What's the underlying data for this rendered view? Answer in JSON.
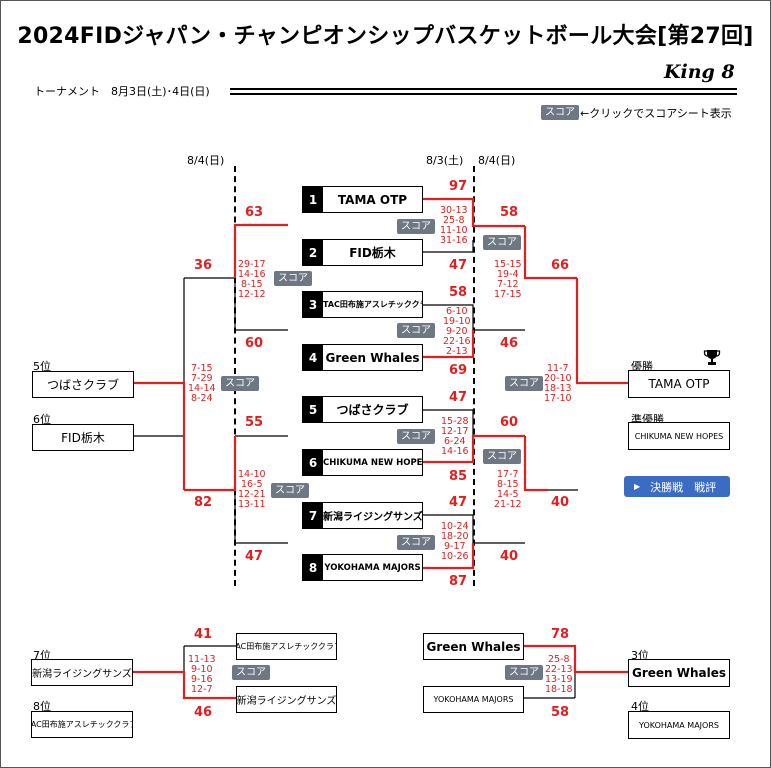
{
  "header": {
    "title": "2024FIDジャパン・チャンピオンシップバスケットボール大会[第27回]",
    "brand": "King 8",
    "subtitle": "トーナメント　8月3日(土)･4日(日)"
  },
  "legend": {
    "badge": "スコア",
    "text": "←クリックでスコアシート表示"
  },
  "score_badge_label": "スコア",
  "dates": {
    "left": "8/4(日)",
    "center": "8/3(土)",
    "right": "8/4(日)"
  },
  "seeds": [
    {
      "num": "1",
      "name": "TAMA OTP"
    },
    {
      "num": "2",
      "name": "FID栃木"
    },
    {
      "num": "3",
      "name": "TAC田布施アスレチッククラブ"
    },
    {
      "num": "4",
      "name": "Green Whales"
    },
    {
      "num": "5",
      "name": "つばさクラブ"
    },
    {
      "num": "6",
      "name": "CHIKUMA NEW HOPES"
    },
    {
      "num": "7",
      "name": "新潟ライジングサンズ"
    },
    {
      "num": "8",
      "name": "YOKOHAMA MAJORS"
    }
  ],
  "quarterfinals": [
    {
      "top_score": "97",
      "bottom_score": "47",
      "sets": "30-13\n25-8\n11-10\n31-16"
    },
    {
      "top_score": "58",
      "bottom_score": "69",
      "sets": "6-10\n19-10\n9-20\n22-16\n2-13"
    },
    {
      "top_score": "47",
      "bottom_score": "85",
      "sets": "15-28\n12-17\n6-24\n14-16"
    },
    {
      "top_score": "47",
      "bottom_score": "87",
      "sets": "10-24\n18-20\n9-17\n10-26"
    }
  ],
  "semifinals": [
    {
      "top_score": "58",
      "bottom_score": "46",
      "sets": "15-15\n19-4\n7-12\n17-15"
    },
    {
      "top_score": "60",
      "bottom_score": "40",
      "sets": "17-7\n8-15\n14-5\n21-12"
    }
  ],
  "final": {
    "top_score": "66",
    "bottom_score": "40",
    "sets": "11-7\n20-10\n18-13\n17-10"
  },
  "consolation": [
    {
      "top_score": "63",
      "bottom_score": "60",
      "sets": "29-17\n14-16\n8-15\n12-12"
    },
    {
      "top_score": "55",
      "bottom_score": "47",
      "sets": "14-10\n16-5\n12-21\n13-11"
    }
  ],
  "fifth_place_game": {
    "top_score": "36",
    "bottom_score": "82",
    "sets": "7-15\n7-29\n14-14\n8-24"
  },
  "seventh_place_game": {
    "top_team": "TAC田布施アスレチッククラブ",
    "bottom_team": "新潟ライジングサンズ",
    "top_score": "41",
    "bottom_score": "46",
    "sets": "11-13\n9-10\n9-16\n12-7"
  },
  "third_place_game": {
    "top_team": "Green Whales",
    "bottom_team": "YOKOHAMA MAJORS",
    "top_score": "78",
    "bottom_score": "58",
    "sets": "25-8\n22-13\n13-19\n18-18"
  },
  "placements": {
    "champion_label": "優勝",
    "champion": "TAMA OTP",
    "runner_up_label": "準優勝",
    "runner_up": "CHIKUMA NEW HOPES",
    "third_label": "3位",
    "third": "Green Whales",
    "fourth_label": "4位",
    "fourth": "YOKOHAMA MAJORS",
    "fifth_label": "5位",
    "fifth": "つばさクラブ",
    "sixth_label": "6位",
    "sixth": "FID栃木",
    "seventh_label": "7位",
    "seventh": "新潟ライジングサンズ",
    "eighth_label": "8位",
    "eighth": "TAC田布施アスレチッククラブ"
  },
  "review_button": {
    "label": "決勝戦　戦評",
    "icon": "play-triangle-icon"
  },
  "colors": {
    "winner_line": "#e02020",
    "badge_bg": "#6e7885",
    "button_bg": "#3b6cc4"
  }
}
